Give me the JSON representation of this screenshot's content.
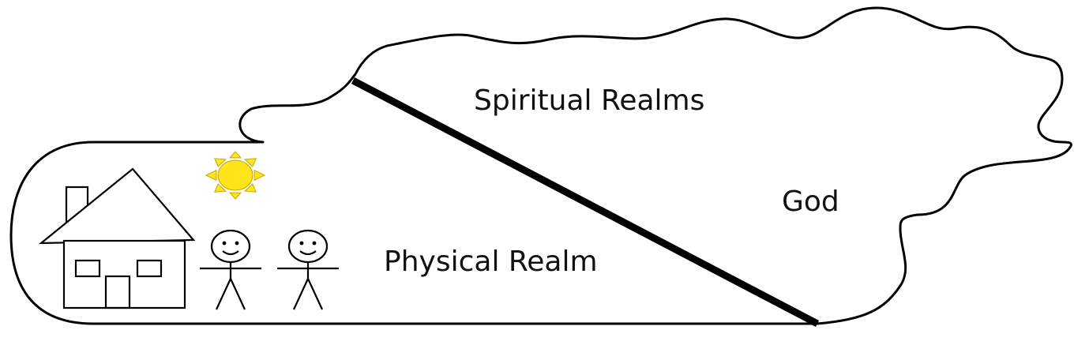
{
  "labels": {
    "spiritual": "Spiritual Realms",
    "god": "God",
    "physical": "Physical Realm"
  },
  "icons": {
    "house": "house-icon",
    "sun": "sun-icon",
    "person": "stick-figure-icon"
  },
  "colors": {
    "outline": "#000000",
    "sun_fill": "#FFE51A",
    "sun_stroke": "#C8A800",
    "background": "#FFFFFF"
  },
  "counts": {
    "people": 2
  }
}
